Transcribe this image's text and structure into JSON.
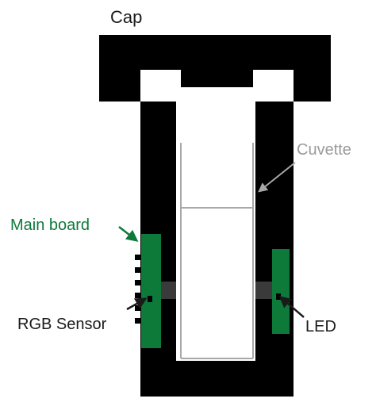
{
  "labels": {
    "cap": "Cap",
    "cuvette": "Cuvette",
    "main_board": "Main board",
    "rgb_sensor": "RGB Sensor",
    "led": "LED"
  },
  "colors": {
    "body": "#000000",
    "board": "#0d7a3a",
    "main_board_text": "#0d7a3a",
    "cuvette_text": "#9a9a9a",
    "cuvette_line": "#a8a8a8",
    "aperture": "#3a3a3a",
    "text": "#1a1a1a"
  }
}
